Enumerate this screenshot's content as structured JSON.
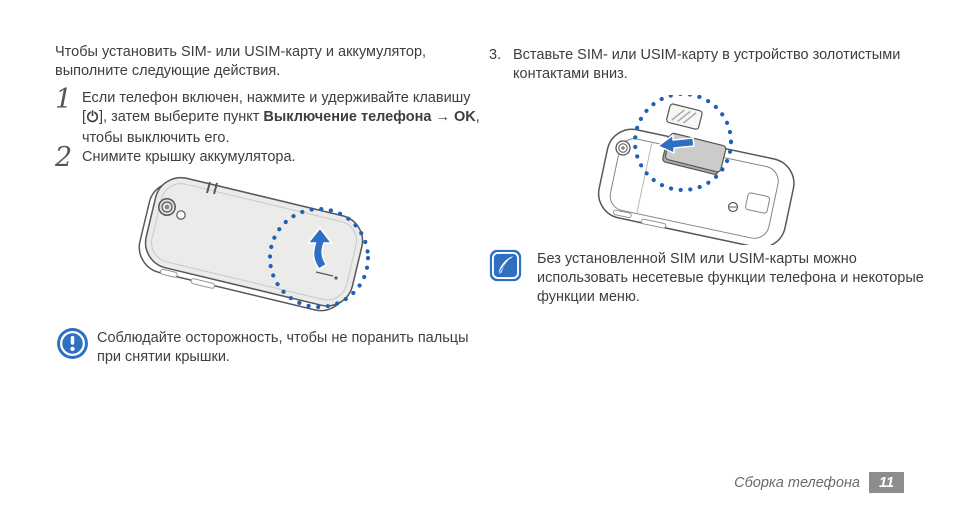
{
  "colors": {
    "accent_blue": "#2e6fc2",
    "dotted_circle_blue": "#2061b4",
    "body_text": "#3e3e40",
    "footer_gray": "#8d8d8f"
  },
  "icons": {
    "power": "power-icon",
    "warning": "exclamation-circle-icon",
    "note": "pen-icon"
  },
  "left_column": {
    "intro": [
      "Чтобы установить SIM- или USIM-карту и аккумулятор,",
      "выполните следующие действия."
    ],
    "step1": {
      "num": "1",
      "line1": "Если телефон включен, нажмите и удерживайте клавишу",
      "bracket_open": "[",
      "after_icon": "], затем выберите пункт ",
      "bold1": "Выключение телефона",
      "arrow": " → ",
      "bold2": "OK",
      "comma": ",",
      "line3": "чтобы выключить его."
    },
    "step2": {
      "num": "2",
      "text": "Снимите крышку аккумулятора."
    },
    "warning": {
      "lines": [
        "Соблюдайте осторожность, чтобы не поранить пальцы",
        "при снятии крышки."
      ]
    },
    "illustration1_caption": "back-cover-removal-illustration"
  },
  "right_column": {
    "step3": {
      "num": "3.",
      "lines": [
        "Вставьте SIM- или USIM-карту в устройство золотистыми",
        "контактами вниз."
      ]
    },
    "note": {
      "lines": [
        "Без установленной SIM или USIM-карты можно",
        "использовать несетевые функции телефона и некоторые",
        "функции меню."
      ]
    },
    "illustration2_caption": "sim-card-insertion-illustration"
  },
  "footer": {
    "section": "Сборка телефона",
    "page": "11"
  }
}
